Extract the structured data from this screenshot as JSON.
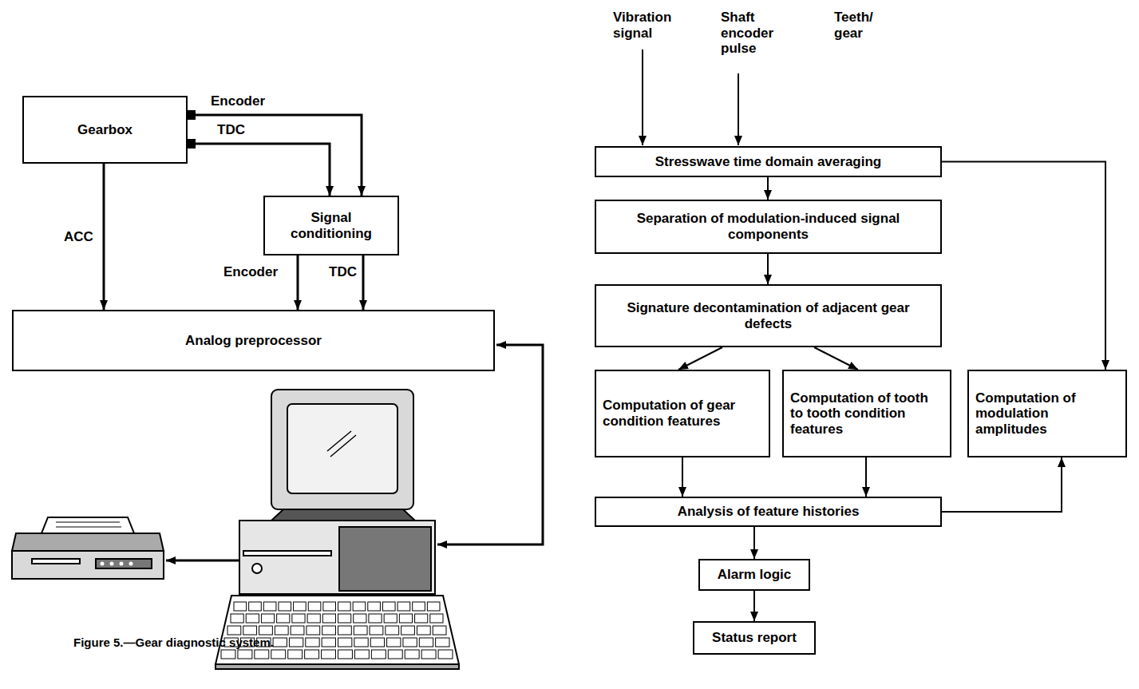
{
  "diagram": {
    "caption": "Figure 5.—Gear diagnostic system.",
    "nodes": [
      {
        "text": [
          "Gearbox"
        ]
      },
      {
        "text": [
          "Signal conditioning"
        ]
      },
      {
        "text": [
          "Analog preprocessor"
        ]
      },
      {
        "text": [
          "Stresswave time domain averaging"
        ]
      },
      {
        "text": [
          "Separation of modulation-induced signal components"
        ]
      },
      {
        "text": [
          "Signature decontamination of adjacent gear defects"
        ]
      },
      {
        "text": [
          "Computation of gear condition features"
        ]
      },
      {
        "text": [
          "Computation of tooth to tooth condition features"
        ]
      },
      {
        "text": [
          "Computation of modulation amplitudes"
        ]
      },
      {
        "text": [
          "Analysis of feature histories"
        ]
      },
      {
        "text": [
          "Alarm logic"
        ]
      },
      {
        "text": [
          "Status report"
        ]
      }
    ],
    "edges": [
      {
        "from": 0,
        "to": 1,
        "label": "Encoder",
        "arrow": "to"
      },
      {
        "from": 0,
        "to": 1,
        "label": "TDC",
        "arrow": "to"
      },
      {
        "from": 0,
        "to": 2,
        "label": "ACC",
        "arrow": "to"
      },
      {
        "from": 1,
        "to": 2,
        "label": "Encoder",
        "arrow": "to"
      },
      {
        "from": 1,
        "to": 2,
        "label": "TDC",
        "arrow": "to"
      },
      {
        "from": 3,
        "to": 4,
        "arrow": "to"
      },
      {
        "from": 3,
        "to": 8,
        "arrow": "to"
      },
      {
        "from": 4,
        "to": 5,
        "arrow": "to"
      },
      {
        "from": 5,
        "to": 6,
        "arrow": "to"
      },
      {
        "from": 5,
        "to": 7,
        "arrow": "to"
      },
      {
        "from": 6,
        "to": 9,
        "arrow": "to"
      },
      {
        "from": 7,
        "to": 9,
        "arrow": "to"
      },
      {
        "from": 9,
        "to": 8,
        "arrow": "to"
      },
      {
        "from": 9,
        "to": 10,
        "arrow": "to"
      },
      {
        "from": 10,
        "to": 11,
        "arrow": "to"
      }
    ],
    "labels": [
      "Vibration signal",
      "Shaft encoder pulse",
      "Teeth/ gear"
    ]
  }
}
